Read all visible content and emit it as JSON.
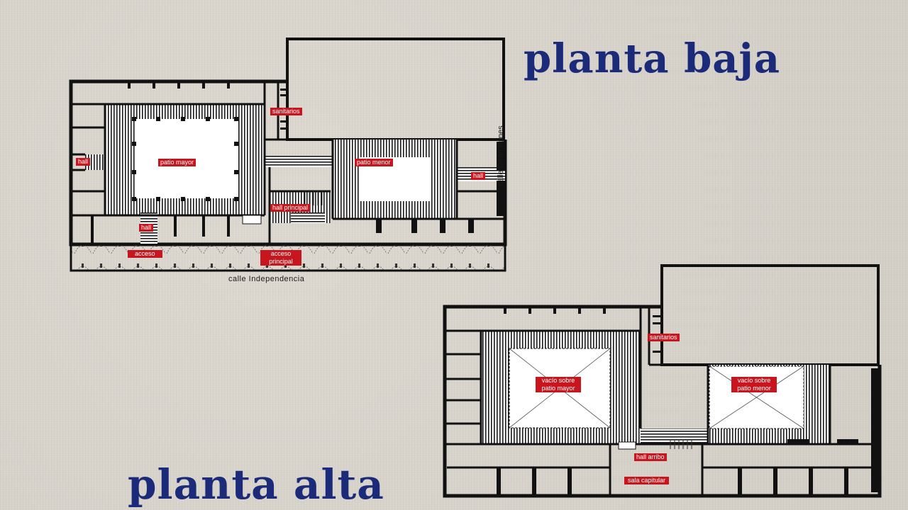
{
  "titles": {
    "planta_baja": "planta baja",
    "planta_alta": "planta alta"
  },
  "streets": {
    "dean_funes": "calle Deán Funes",
    "independencia": "calle Independencia"
  },
  "labels_baja": {
    "sanitarios": "sanitarios",
    "hall_left": "hall",
    "patio_mayor": "patio mayor",
    "patio_menor": "patio menor",
    "hall_right": "hall",
    "hall_principal": "hall principal",
    "hall_bottom": "hall",
    "acceso": "acceso",
    "acceso_principal_1": "acceso",
    "acceso_principal_2": "principal"
  },
  "labels_alta": {
    "sanitarios": "sanitarios",
    "vacio_mayor_1": "vacío sobre",
    "vacio_mayor_2": "patio mayor",
    "vacio_menor_1": "vacío sobre",
    "vacio_menor_2": "patio menor",
    "hall_arribo": "hall arribo",
    "sala_capitular": "sala capitular"
  },
  "colors": {
    "background": "#d9d5cd",
    "title": "#1b2b7a",
    "label_bg": "#c8161f",
    "label_text": "#ffffff",
    "wall": "#111111"
  }
}
